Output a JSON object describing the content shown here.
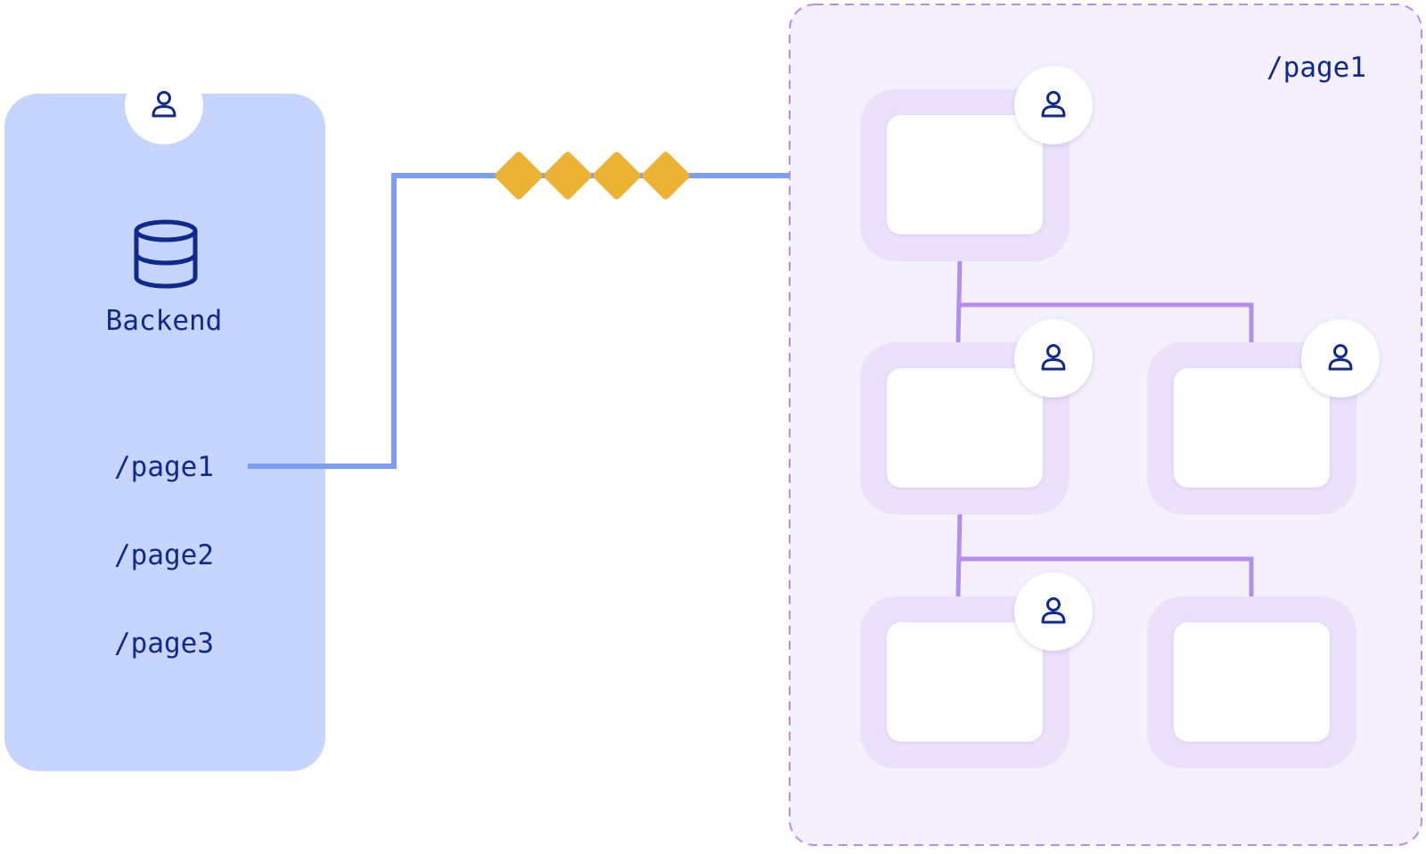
{
  "backend": {
    "title": "Backend",
    "routes": [
      {
        "label": "/page1"
      },
      {
        "label": "/page2"
      },
      {
        "label": "/page3"
      }
    ]
  },
  "page_panel": {
    "title": "/page1"
  },
  "colors": {
    "backend_fill": "#c6d5fd",
    "backend_text": "#0f2a8c",
    "connector": "#7d9ef2",
    "diamond": "#ebb233",
    "panel_fill": "#f4f0fe",
    "panel_border": "#b38ef0",
    "component_outer": "#ebe1fb",
    "component_inner": "#ffffff",
    "tree_line": "#b38ef0",
    "avatar_icon": "#0f2a8c"
  },
  "icons": {
    "backend_top": "user-icon",
    "backend_main": "database-icon",
    "component_avatar": "user-icon"
  }
}
